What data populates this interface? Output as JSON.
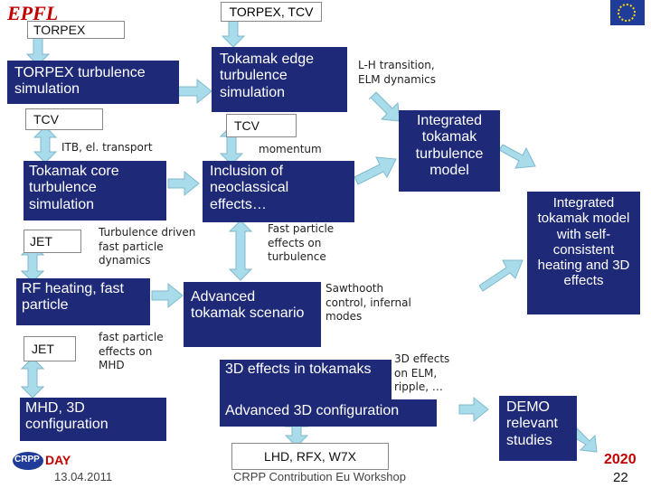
{
  "header": {
    "title": "TORPEX, TCV"
  },
  "labels": {
    "torpex": "TORPEX",
    "tcv_left": "TCV",
    "tcv_mid": "TCV",
    "jet_top": "JET",
    "jet_bottom": "JET",
    "lhd": "LHD, RFX, W7X"
  },
  "boxes": {
    "torpex_sim": "TORPEX turbulence simulation",
    "tokamak_edge": "Tokamak edge turbulence simulation",
    "integrated": "Integrated tokamak turbulence model",
    "core": "Tokamak core turbulence simulation",
    "neoclassical": "Inclusion of neoclassical effects…",
    "integrated_3d": "Integrated tokamak model with self-consistent heating and 3D effects",
    "rf": "RF heating, fast particle",
    "advanced": "Advanced tokamak scenario",
    "effects3d": "3D effects in tokamaks",
    "mhd": "MHD, 3D configuration",
    "adv3d": "Advanced 3D configuration",
    "demo": "DEMO relevant studies"
  },
  "notes": {
    "lh": "L-H transition, ELM dynamics",
    "itb": "ITB, el. transport",
    "momentum": "momentum",
    "fp_turb": "Fast particle effects on turbulence",
    "turb_fp": "Turbulence driven fast particle dynamics",
    "sawtooth": "Sawthooth control, infernal modes",
    "fp_mhd": "fast particle effects on MHD",
    "elm3d": "3D effects on ELM, ripple, …"
  },
  "footer": {
    "date": "13.04.2011",
    "workshop": "CRPP Contribution Eu Workshop",
    "year": "2020",
    "page": "22",
    "crpp_logo_text": "CRPP",
    "day_logo_text": "DAY",
    "epfl_logo_text": "EPFL"
  },
  "colors": {
    "box": "#1e2a78",
    "arrow": "#a9dcea",
    "arrow_stroke": "#7fb9cc",
    "accent_red": "#c00000"
  }
}
